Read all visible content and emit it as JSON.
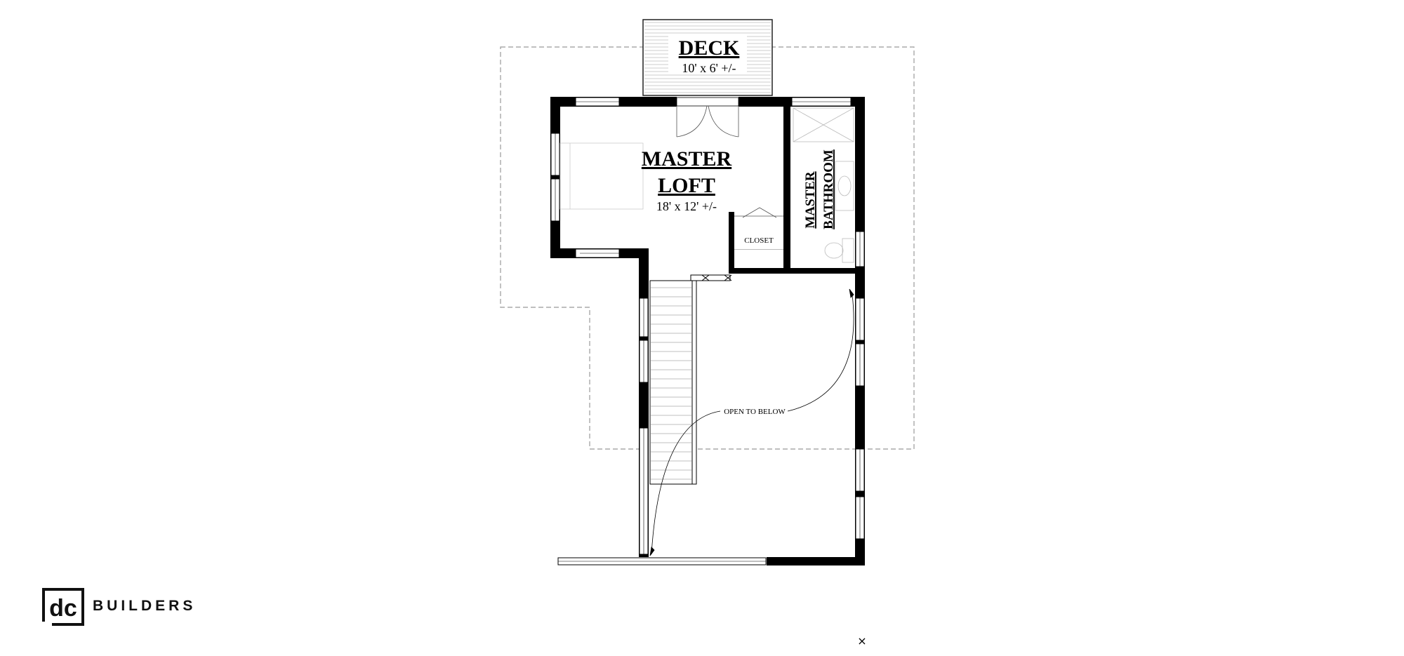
{
  "rooms": {
    "deck": {
      "name": "DECK",
      "size": "10' x 6' +/-"
    },
    "master_loft": {
      "name_line1": "MASTER",
      "name_line2": "LOFT",
      "size": "18' x 12' +/-"
    },
    "master_bathroom": {
      "name_line1": "MASTER",
      "name_line2": "BATHROOM"
    },
    "closet": {
      "name": "CLOSET"
    }
  },
  "annotations": {
    "open_to_below": "OPEN TO BELOW"
  },
  "brand": {
    "letters": "dc",
    "name": "BUILDERS"
  },
  "close_glyph": "×",
  "colors": {
    "wall": "#000000",
    "ink": "#000000",
    "dashed": "#888888",
    "background": "#ffffff"
  }
}
